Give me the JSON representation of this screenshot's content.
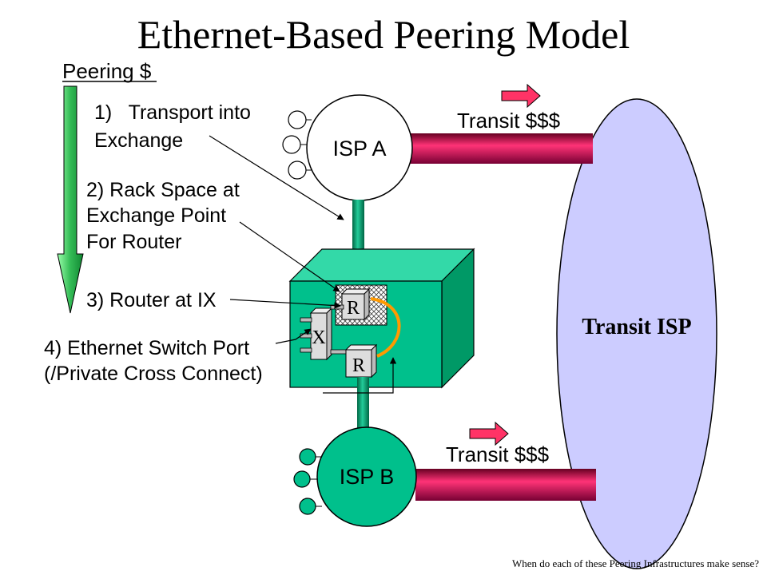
{
  "title": "Ethernet-Based Peering Model",
  "peering_cost_label": "Peering $",
  "steps": {
    "step1_line1": "1)   Transport into",
    "step1_line2": "Exchange",
    "step2_line1": "2) Rack Space at",
    "step2_line2": "Exchange Point",
    "step2_line3": "For Router",
    "step3": "3) Router at IX",
    "step4_line1": "4) Ethernet Switch Port",
    "step4_line2": "(/Private Cross Connect)"
  },
  "nodes": {
    "isp_a": "ISP A",
    "isp_b": "ISP B",
    "transit_isp": "Transit ISP",
    "router_top": "R",
    "router_bottom": "R",
    "switch": "X"
  },
  "transit_labels": {
    "top": "Transit $$$",
    "bottom": "Transit $$$"
  },
  "footer": "When do each of these Peering Infrastructures make sense?",
  "colors": {
    "exchange_front": "#00c08c",
    "exchange_top": "#33d9a8",
    "isp_b_fill": "#00c08c",
    "transit_ellipse": "#ccccff",
    "pipe_magenta": "#cc0055",
    "arrow_red": "#ff3366",
    "cost_arrow": "#33cc66",
    "cross_connect": "#ff9900"
  }
}
